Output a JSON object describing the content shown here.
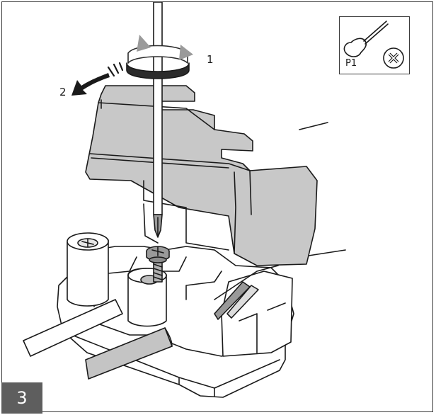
{
  "step": {
    "number": "3"
  },
  "tool": {
    "label": "P1",
    "screwdriver_icon": "screwdriver-icon",
    "bit_icon": "phillips-cross-icon"
  },
  "callouts": {
    "rotate": "1",
    "lift": "2"
  },
  "colors": {
    "cover_fill": "#c8c8c8",
    "line": "#1a1a1a",
    "badge": "#5e5e5e",
    "rotation_band": "#2b2b2b"
  }
}
